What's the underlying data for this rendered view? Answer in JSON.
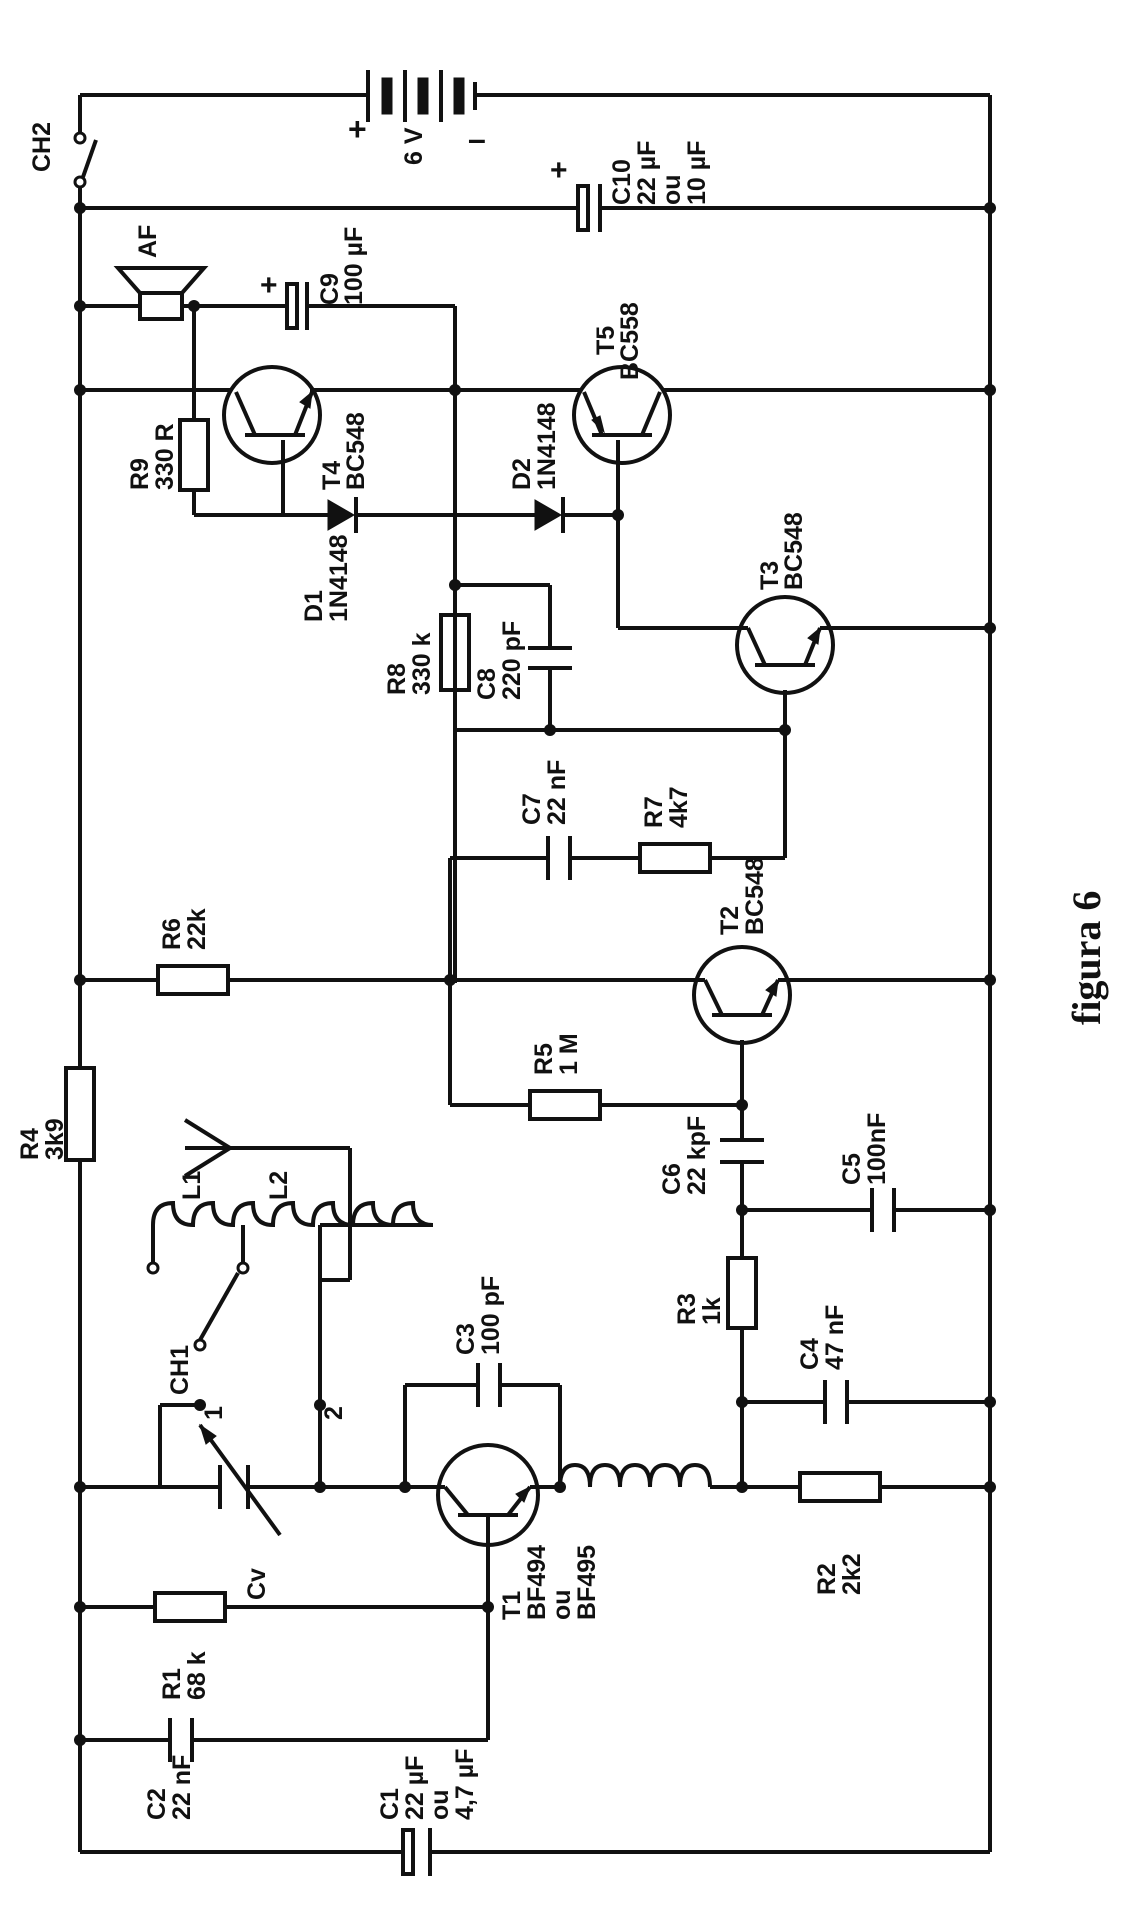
{
  "figure": {
    "caption": "figura 6"
  },
  "power": {
    "switch": "CH2",
    "battery": {
      "voltage": "6 V",
      "plus": "+",
      "minus": "–"
    }
  },
  "components": {
    "C10": {
      "name": "C10",
      "value": "22 µF",
      "alt_word": "ou",
      "alt_value": "10 µF",
      "plus": "+"
    },
    "AF": {
      "name": "AF"
    },
    "C9": {
      "name": "C9",
      "value": "100 µF",
      "plus": "+"
    },
    "R9": {
      "name": "R9",
      "value": "330 R"
    },
    "T4": {
      "name": "T4",
      "type": "BC548"
    },
    "T5": {
      "name": "T5",
      "type": "BC558"
    },
    "D1": {
      "name": "D1",
      "type": "1N4148"
    },
    "D2": {
      "name": "D2",
      "type": "1N4148"
    },
    "R8": {
      "name": "R8",
      "value": "330 k"
    },
    "C8": {
      "name": "C8",
      "value": "220 pF"
    },
    "T3": {
      "name": "T3",
      "type": "BC548"
    },
    "C7": {
      "name": "C7",
      "value": "22 nF"
    },
    "R7": {
      "name": "R7",
      "value": "4k7"
    },
    "R6": {
      "name": "R6",
      "value": "22k"
    },
    "T2": {
      "name": "T2",
      "type": "BC548"
    },
    "R5": {
      "name": "R5",
      "value": "1 M"
    },
    "R4": {
      "name": "R4",
      "value": "3k9"
    },
    "C6": {
      "name": "C6",
      "value": "22 kpF"
    },
    "C5": {
      "name": "C5",
      "value": "100nF"
    },
    "L1": {
      "name": "L1"
    },
    "L2": {
      "name": "L2"
    },
    "CH1": {
      "name": "CH1",
      "pos1": "1",
      "pos2": "2"
    },
    "C3": {
      "name": "C3",
      "value": "100 pF"
    },
    "R3": {
      "name": "R3",
      "value": "1k"
    },
    "C4": {
      "name": "C4",
      "value": "47 nF"
    },
    "CV": {
      "name": "Cv"
    },
    "T1": {
      "name": "T1",
      "type": "BF494",
      "alt_word": "ou",
      "alt_type": "BF495"
    },
    "R1": {
      "name": "R1",
      "value": "68 k"
    },
    "R2": {
      "name": "R2",
      "value": "2k2"
    },
    "C2": {
      "name": "C2",
      "value": "22 nF"
    },
    "C1": {
      "name": "C1",
      "value": "22 µF",
      "alt_word": "ou",
      "alt_value": "4,7 µF"
    }
  }
}
